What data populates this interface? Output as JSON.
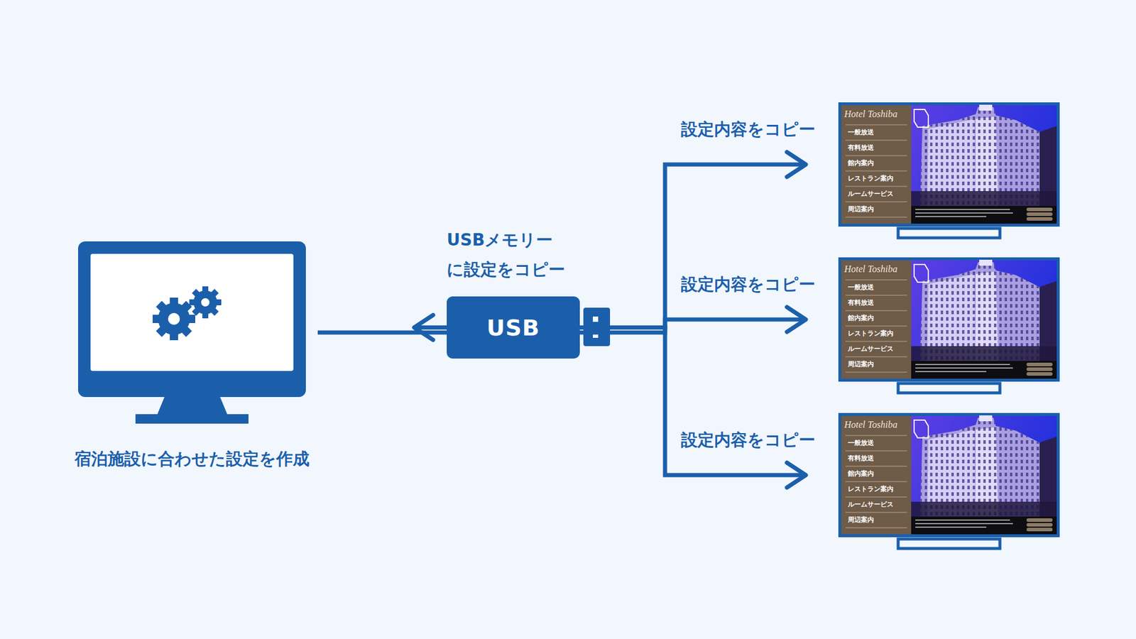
{
  "diagram": {
    "nodes": [
      {
        "text": [
          "宿泊施設に合わせた設定を作成"
        ]
      },
      {
        "text": [
          "USBメモリー に設定をコピー",
          "USB"
        ]
      },
      {
        "text": [
          "Hotel Toshiba",
          "一般放送",
          "有料放送",
          "館内案内",
          "レストラン案内",
          "ルームサービス",
          "周辺案内"
        ]
      },
      {
        "text": [
          "Hotel Toshiba",
          "一般放送",
          "有料放送",
          "館内案内",
          "レストラン案内",
          "ルームサービス",
          "周辺案内"
        ]
      },
      {
        "text": [
          "Hotel Toshiba",
          "一般放送",
          "有料放送",
          "館内案内",
          "レストラン案内",
          "ルームサービス",
          "周辺案内"
        ]
      }
    ],
    "edges": [
      {
        "from": 0,
        "to": 1,
        "arrow": "to"
      },
      {
        "from": 1,
        "to": 2,
        "arrow": "to",
        "label": "設定内容をコピー"
      },
      {
        "from": 1,
        "to": 3,
        "arrow": "to",
        "label": "設定内容をコピー"
      },
      {
        "from": 1,
        "to": 4,
        "arrow": "to",
        "label": "設定内容をコピー"
      }
    ]
  }
}
